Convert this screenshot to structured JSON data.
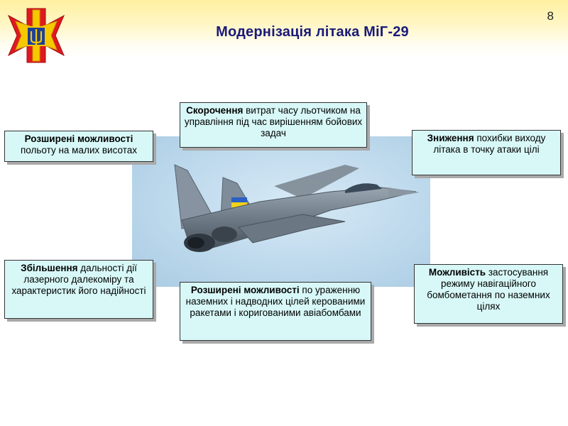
{
  "slide": {
    "title": "Модернізація  літака МіГ-29",
    "page_number": "8"
  },
  "colors": {
    "title": "#1a1a78",
    "box_fill": "#d8f8f8",
    "emblem_red": "#e0191e",
    "emblem_gold": "#f6c800",
    "trident_blue": "#1c3f95"
  },
  "boxes": {
    "top_center": {
      "bold": "Скорочення",
      "text": " витрат часу льотчиком на управління під час вирішенням бойових задач"
    },
    "top_left": {
      "bold": "Розширені можливості",
      "text": " польоту на малих висотах"
    },
    "top_right": {
      "bold": "Зниження",
      "text": " похибки виходу літака в точку атаки цілі"
    },
    "bottom_left": {
      "bold": "Збільшення",
      "text": " дальності дії лазерного далекоміру та характеристик його надійності"
    },
    "bottom_center": {
      "bold": "Розширені можливості",
      "text": " по ураженню наземних і надводних цілей керованими ракетами і коригованими авіабомбами"
    },
    "bottom_right": {
      "bold": "Можливість",
      "text": " застосування режиму навігаційного бомбометання по наземних цілях"
    }
  }
}
